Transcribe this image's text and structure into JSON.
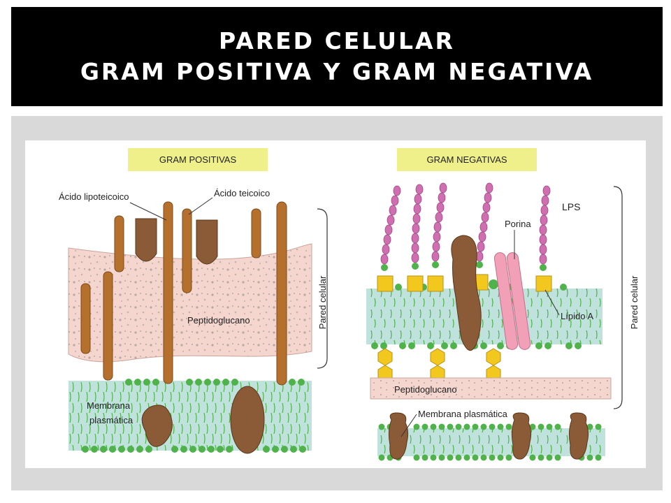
{
  "title": {
    "line1": "PARED CELULAR",
    "line2": "GRAM POSITIVA Y GRAM NEGATIVA"
  },
  "colors": {
    "peptidoglycan": "#f4d6cf",
    "membrane": "#bfe3dc",
    "lipid_head": "#4fb24a",
    "teichoic": "#b5702e",
    "protein": "#8b5a36",
    "label_highlight": "#f0f08a",
    "lps_sugar": "#cf6fb0",
    "lipid_a": "#f2c81e",
    "porin": "#f2a0b8"
  },
  "gram_positive": {
    "header": "GRAM POSITIVAS",
    "lipoteichoic_label": "Ácido lipoteicoico",
    "teichoic_label": "Ácido teicoico",
    "peptidoglycan_label": "Peptidoglucano",
    "membrane_label_1": "Membrana",
    "membrane_label_2": "plasmática",
    "wall_label": "Pared celular"
  },
  "gram_negative": {
    "header": "GRAM NEGATIVAS",
    "lps_label": "LPS",
    "porin_label": "Porina",
    "lipid_a_label": "Lípido A",
    "peptidoglycan_label": "Peptidoglucano",
    "membrane_label": "Membrana plasmática",
    "wall_label": "Pared celular"
  }
}
